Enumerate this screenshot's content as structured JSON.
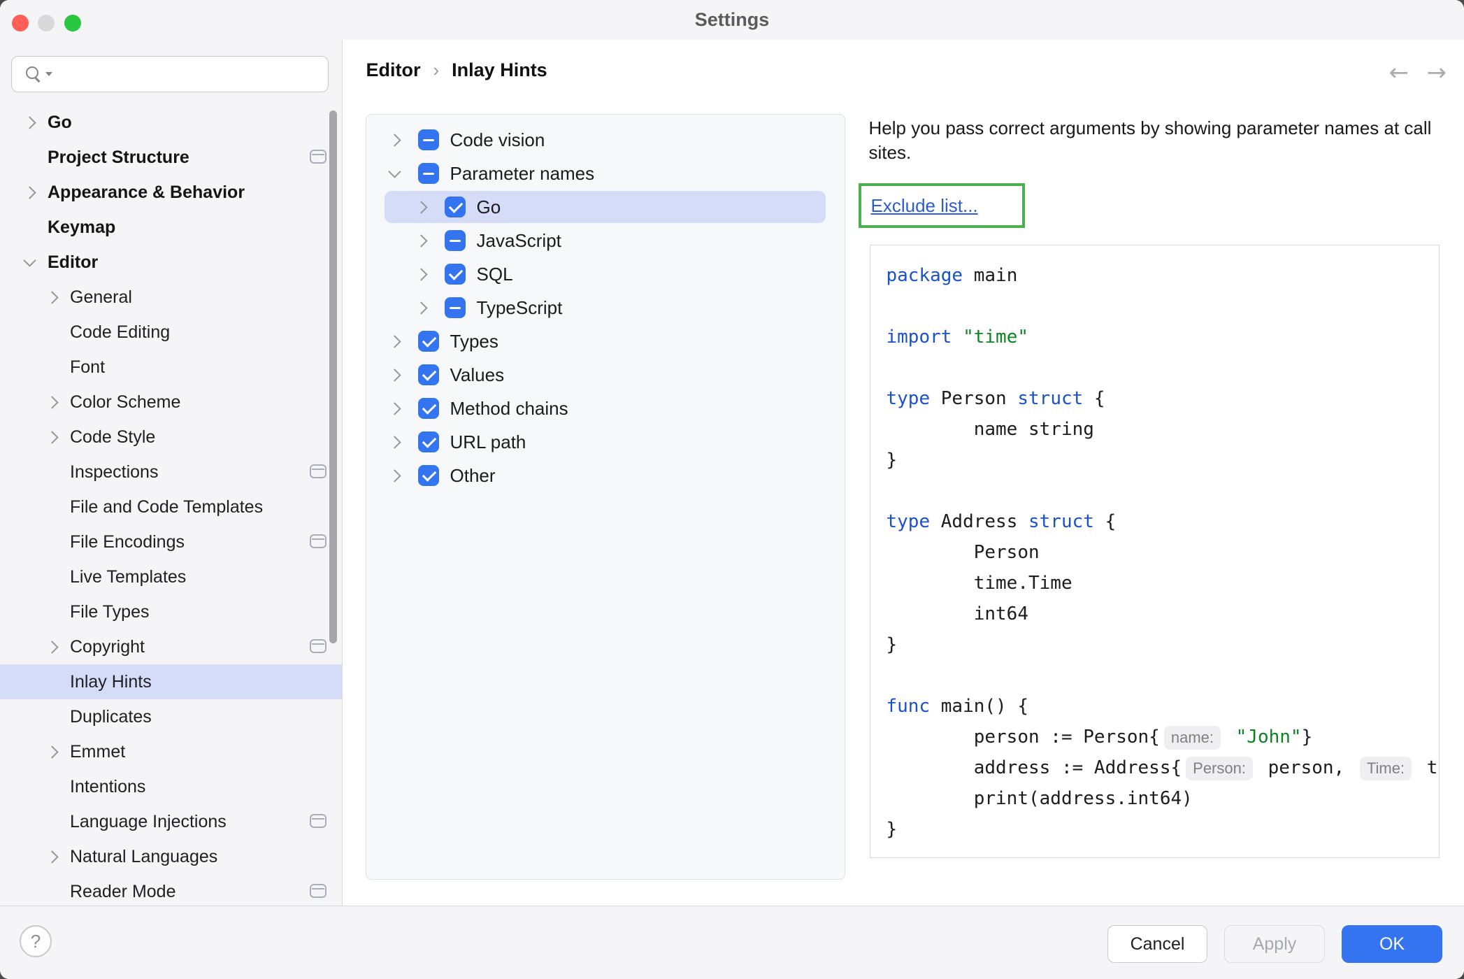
{
  "window": {
    "title": "Settings"
  },
  "titlebar": {
    "close": "close",
    "minimize": "minimize",
    "zoom": "zoom"
  },
  "search": {
    "placeholder": "",
    "value": ""
  },
  "sidebar": {
    "items": [
      {
        "label": "Go",
        "level": 0,
        "bold": true,
        "chevron": "right"
      },
      {
        "label": "Project Structure",
        "level": 0,
        "bold": true,
        "icon": "window"
      },
      {
        "label": "Appearance & Behavior",
        "level": 0,
        "bold": true,
        "chevron": "right"
      },
      {
        "label": "Keymap",
        "level": 0,
        "bold": true
      },
      {
        "label": "Editor",
        "level": 0,
        "bold": true,
        "chevron": "down"
      },
      {
        "label": "General",
        "level": 1,
        "chevron": "right"
      },
      {
        "label": "Code Editing",
        "level": 1
      },
      {
        "label": "Font",
        "level": 1
      },
      {
        "label": "Color Scheme",
        "level": 1,
        "chevron": "right"
      },
      {
        "label": "Code Style",
        "level": 1,
        "chevron": "right"
      },
      {
        "label": "Inspections",
        "level": 1,
        "icon": "window"
      },
      {
        "label": "File and Code Templates",
        "level": 1
      },
      {
        "label": "File Encodings",
        "level": 1,
        "icon": "window"
      },
      {
        "label": "Live Templates",
        "level": 1
      },
      {
        "label": "File Types",
        "level": 1
      },
      {
        "label": "Copyright",
        "level": 1,
        "chevron": "right",
        "icon": "window"
      },
      {
        "label": "Inlay Hints",
        "level": 1,
        "selected": true
      },
      {
        "label": "Duplicates",
        "level": 1
      },
      {
        "label": "Emmet",
        "level": 1,
        "chevron": "right"
      },
      {
        "label": "Intentions",
        "level": 1
      },
      {
        "label": "Language Injections",
        "level": 1,
        "icon": "window"
      },
      {
        "label": "Natural Languages",
        "level": 1,
        "chevron": "right"
      },
      {
        "label": "Reader Mode",
        "level": 1,
        "icon": "window"
      }
    ]
  },
  "breadcrumb": {
    "parts": [
      "Editor",
      "Inlay Hints"
    ],
    "separator": "›"
  },
  "tree": {
    "items": [
      {
        "label": "Code vision",
        "level": 0,
        "chevron": "right",
        "state": "partial"
      },
      {
        "label": "Parameter names",
        "level": 0,
        "chevron": "down",
        "state": "partial"
      },
      {
        "label": "Go",
        "level": 1,
        "chevron": "right",
        "state": "checked",
        "selected": true
      },
      {
        "label": "JavaScript",
        "level": 1,
        "chevron": "right",
        "state": "partial"
      },
      {
        "label": "SQL",
        "level": 1,
        "chevron": "right",
        "state": "checked"
      },
      {
        "label": "TypeScript",
        "level": 1,
        "chevron": "right",
        "state": "partial"
      },
      {
        "label": "Types",
        "level": 0,
        "chevron": "right",
        "state": "checked"
      },
      {
        "label": "Values",
        "level": 0,
        "chevron": "right",
        "state": "checked"
      },
      {
        "label": "Method chains",
        "level": 0,
        "chevron": "right",
        "state": "checked"
      },
      {
        "label": "URL path",
        "level": 0,
        "chevron": "right",
        "state": "checked"
      },
      {
        "label": "Other",
        "level": 0,
        "chevron": "right",
        "state": "checked"
      }
    ]
  },
  "detail": {
    "description": "Help you pass correct arguments by showing parameter names at call sites.",
    "exclude_link": "Exclude list..."
  },
  "code": {
    "lines": [
      [
        {
          "t": "kw",
          "v": "package"
        },
        {
          "t": "pl",
          "v": " main"
        }
      ],
      [],
      [
        {
          "t": "kw",
          "v": "import"
        },
        {
          "t": "pl",
          "v": " "
        },
        {
          "t": "str",
          "v": "\"time\""
        }
      ],
      [],
      [
        {
          "t": "kw",
          "v": "type"
        },
        {
          "t": "pl",
          "v": " Person "
        },
        {
          "t": "kw",
          "v": "struct"
        },
        {
          "t": "pl",
          "v": " {"
        }
      ],
      [
        {
          "t": "pl",
          "v": "        name string"
        }
      ],
      [
        {
          "t": "pl",
          "v": "}"
        }
      ],
      [],
      [
        {
          "t": "kw",
          "v": "type"
        },
        {
          "t": "pl",
          "v": " Address "
        },
        {
          "t": "kw",
          "v": "struct"
        },
        {
          "t": "pl",
          "v": " {"
        }
      ],
      [
        {
          "t": "pl",
          "v": "        Person"
        }
      ],
      [
        {
          "t": "pl",
          "v": "        time.Time"
        }
      ],
      [
        {
          "t": "pl",
          "v": "        int64"
        }
      ],
      [
        {
          "t": "pl",
          "v": "}"
        }
      ],
      [],
      [
        {
          "t": "kw",
          "v": "func"
        },
        {
          "t": "pl",
          "v": " main() {"
        }
      ],
      [
        {
          "t": "pl",
          "v": "        person := Person{"
        },
        {
          "t": "pill",
          "v": "name:"
        },
        {
          "t": "pl",
          "v": " "
        },
        {
          "t": "str",
          "v": "\"John\""
        },
        {
          "t": "pl",
          "v": "}"
        }
      ],
      [
        {
          "t": "pl",
          "v": "        address := Address{"
        },
        {
          "t": "pill",
          "v": "Person:"
        },
        {
          "t": "pl",
          "v": " person, "
        },
        {
          "t": "pill",
          "v": "Time:"
        },
        {
          "t": "pl",
          "v": " time.Now()}"
        }
      ],
      [
        {
          "t": "pl",
          "v": "        print(address.int64)"
        }
      ],
      [
        {
          "t": "pl",
          "v": "}"
        }
      ]
    ]
  },
  "nav": {
    "back": "←",
    "forward": "→"
  },
  "footer": {
    "help": "?",
    "cancel": "Cancel",
    "apply": "Apply",
    "ok": "OK"
  },
  "colors": {
    "accent": "#3574F0",
    "selection": "#D5DCF8",
    "keyword": "#1A52CC",
    "string": "#0E8420",
    "link": "#2E5CD7",
    "annotation_green": "#4CAF50",
    "chrome_gray": "#F5F5F7",
    "tree_panel_bg": "#F7F8FA"
  }
}
